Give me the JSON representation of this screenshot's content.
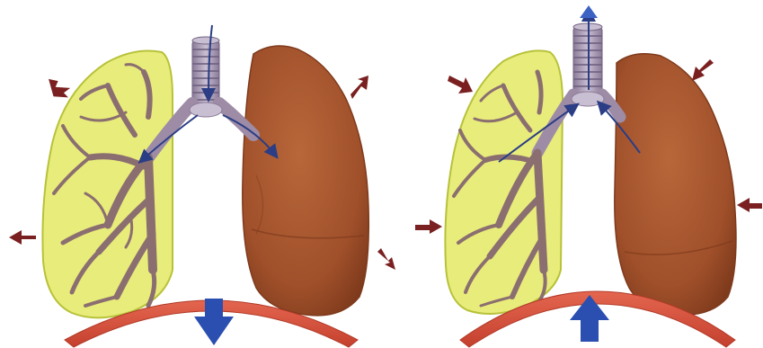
{
  "panels": [
    {
      "id": "inhalation",
      "diaphragm_motion": "down",
      "airflow": "in",
      "chest_arrows": "outward"
    },
    {
      "id": "exhalation",
      "diaphragm_motion": "up",
      "airflow": "out",
      "chest_arrows": "inward"
    }
  ],
  "colors": {
    "lung_cut_fill": "#e8ec7a",
    "lung_cut_edge": "#b7c23a",
    "lung_outer": "#a5552c",
    "lung_outer_dark": "#7e3a1c",
    "bronchi": "#8b6f70",
    "trachea": "#9e8ca6",
    "diaphragm": "#d9533f",
    "motion_arrow": "#7a2020",
    "diaphragm_arrow": "#2a4fb0",
    "airflow_arrow": "#2a3d85"
  }
}
